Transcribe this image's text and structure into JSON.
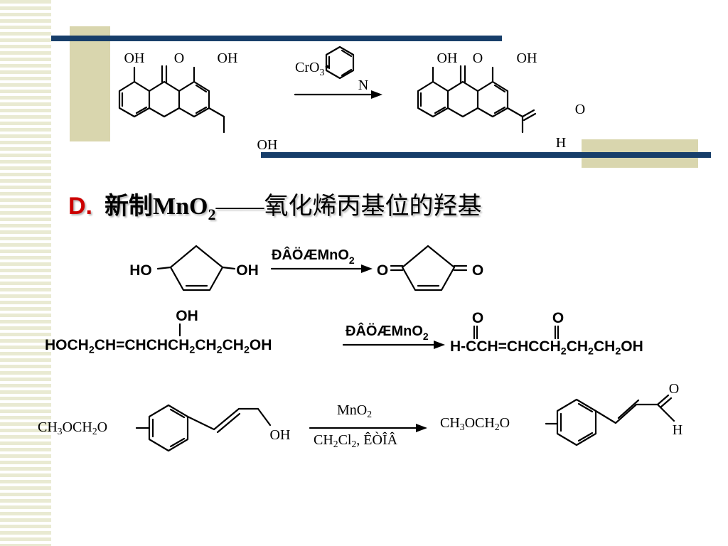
{
  "heading": {
    "letter": "D.",
    "reagent": "新制MnO",
    "reagent_sub": "2",
    "rest": "——氧化烯丙基位的羟基"
  },
  "reaction1": {
    "left_oh1": "OH",
    "left_o": "O",
    "left_oh2": "OH",
    "left_ch2oh": "OH",
    "reagent_cro": "CrO",
    "reagent_sub": "3",
    "reagent_dot": "•",
    "pyridine_n": "N",
    "right_oh1": "OH",
    "right_o": "O",
    "right_oh2": "OH",
    "right_cho_o": "O",
    "right_cho_h": "H"
  },
  "reaction2": {
    "left_ho": "HO",
    "left_oh": "OH",
    "reagent_garble": "ÐÂÖÆ",
    "reagent_mno": "MnO",
    "reagent_sub": "2",
    "right_o1": "O",
    "right_o2": "O"
  },
  "reaction3": {
    "oh_top": "OH",
    "left_formula_html": "HOCH<sub>2</sub>CH=CHCHCH<sub>2</sub>CH<sub>2</sub>CH<sub>2</sub>OH",
    "reagent_garble": "ÐÂÖÆ",
    "reagent_mno": "MnO",
    "reagent_sub": "2",
    "right_o1": "O",
    "right_o2": "O",
    "right_formula_html": "H-CCH=CHCCH<sub>2</sub>CH<sub>2</sub>CH<sub>2</sub>OH"
  },
  "reaction4": {
    "left_formula_html": "CH<sub>3</sub>OCH<sub>2</sub>O",
    "left_oh": "OH",
    "reagent_top_html": "MnO<sub>2</sub>",
    "reagent_bottom_html": "CH<sub>2</sub>Cl<sub>2</sub>, ÊÒÎÂ",
    "right_formula_html": "CH<sub>3</sub>OCH<sub>2</sub>O",
    "right_o": "O",
    "right_h": "H"
  }
}
